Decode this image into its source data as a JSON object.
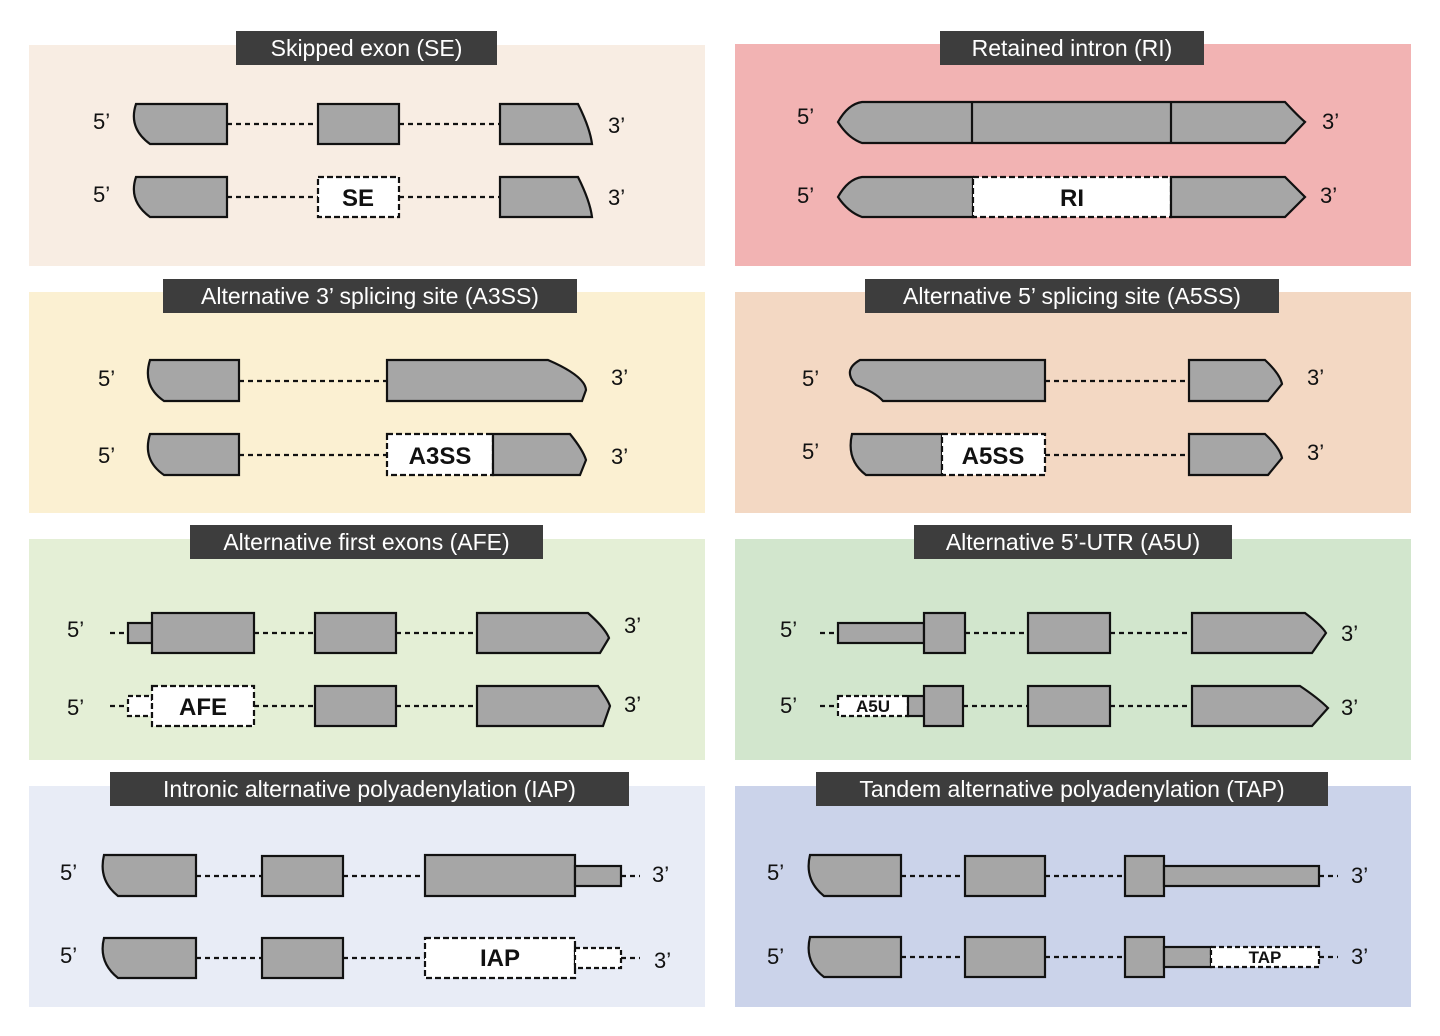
{
  "colors": {
    "title_bg": "#3d3d3d",
    "exon_fill": "#a6a6a6",
    "stroke": "#111111",
    "se": "#f8ede3",
    "ri": "#f2b3b3",
    "a3ss": "#fbf0d2",
    "a5ss": "#f3d8c3",
    "afe": "#e4efd6",
    "a5u": "#d2e6cd",
    "iap": "#e8ecf6",
    "tap": "#cbd3ea"
  },
  "end_labels": {
    "five_prime": "5’",
    "three_prime": "3’"
  },
  "panels": {
    "se": {
      "title": "Skipped exon (SE)",
      "tag": "SE"
    },
    "ri": {
      "title": "Retained intron (RI)",
      "tag": "RI"
    },
    "a3ss": {
      "title": "Alternative 3’ splicing site (A3SS)",
      "tag": "A3SS"
    },
    "a5ss": {
      "title": "Alternative 5’ splicing site (A5SS)",
      "tag": "A5SS"
    },
    "afe": {
      "title": "Alternative first exons (AFE)",
      "tag": "AFE"
    },
    "a5u": {
      "title": "Alternative 5’-UTR (A5U)",
      "tag": "A5U"
    },
    "iap": {
      "title": "Intronic alternative polyadenylation (IAP)",
      "tag": "IAP"
    },
    "tap": {
      "title": "Tandem alternative polyadenylation (TAP)",
      "tag": "TAP"
    }
  }
}
